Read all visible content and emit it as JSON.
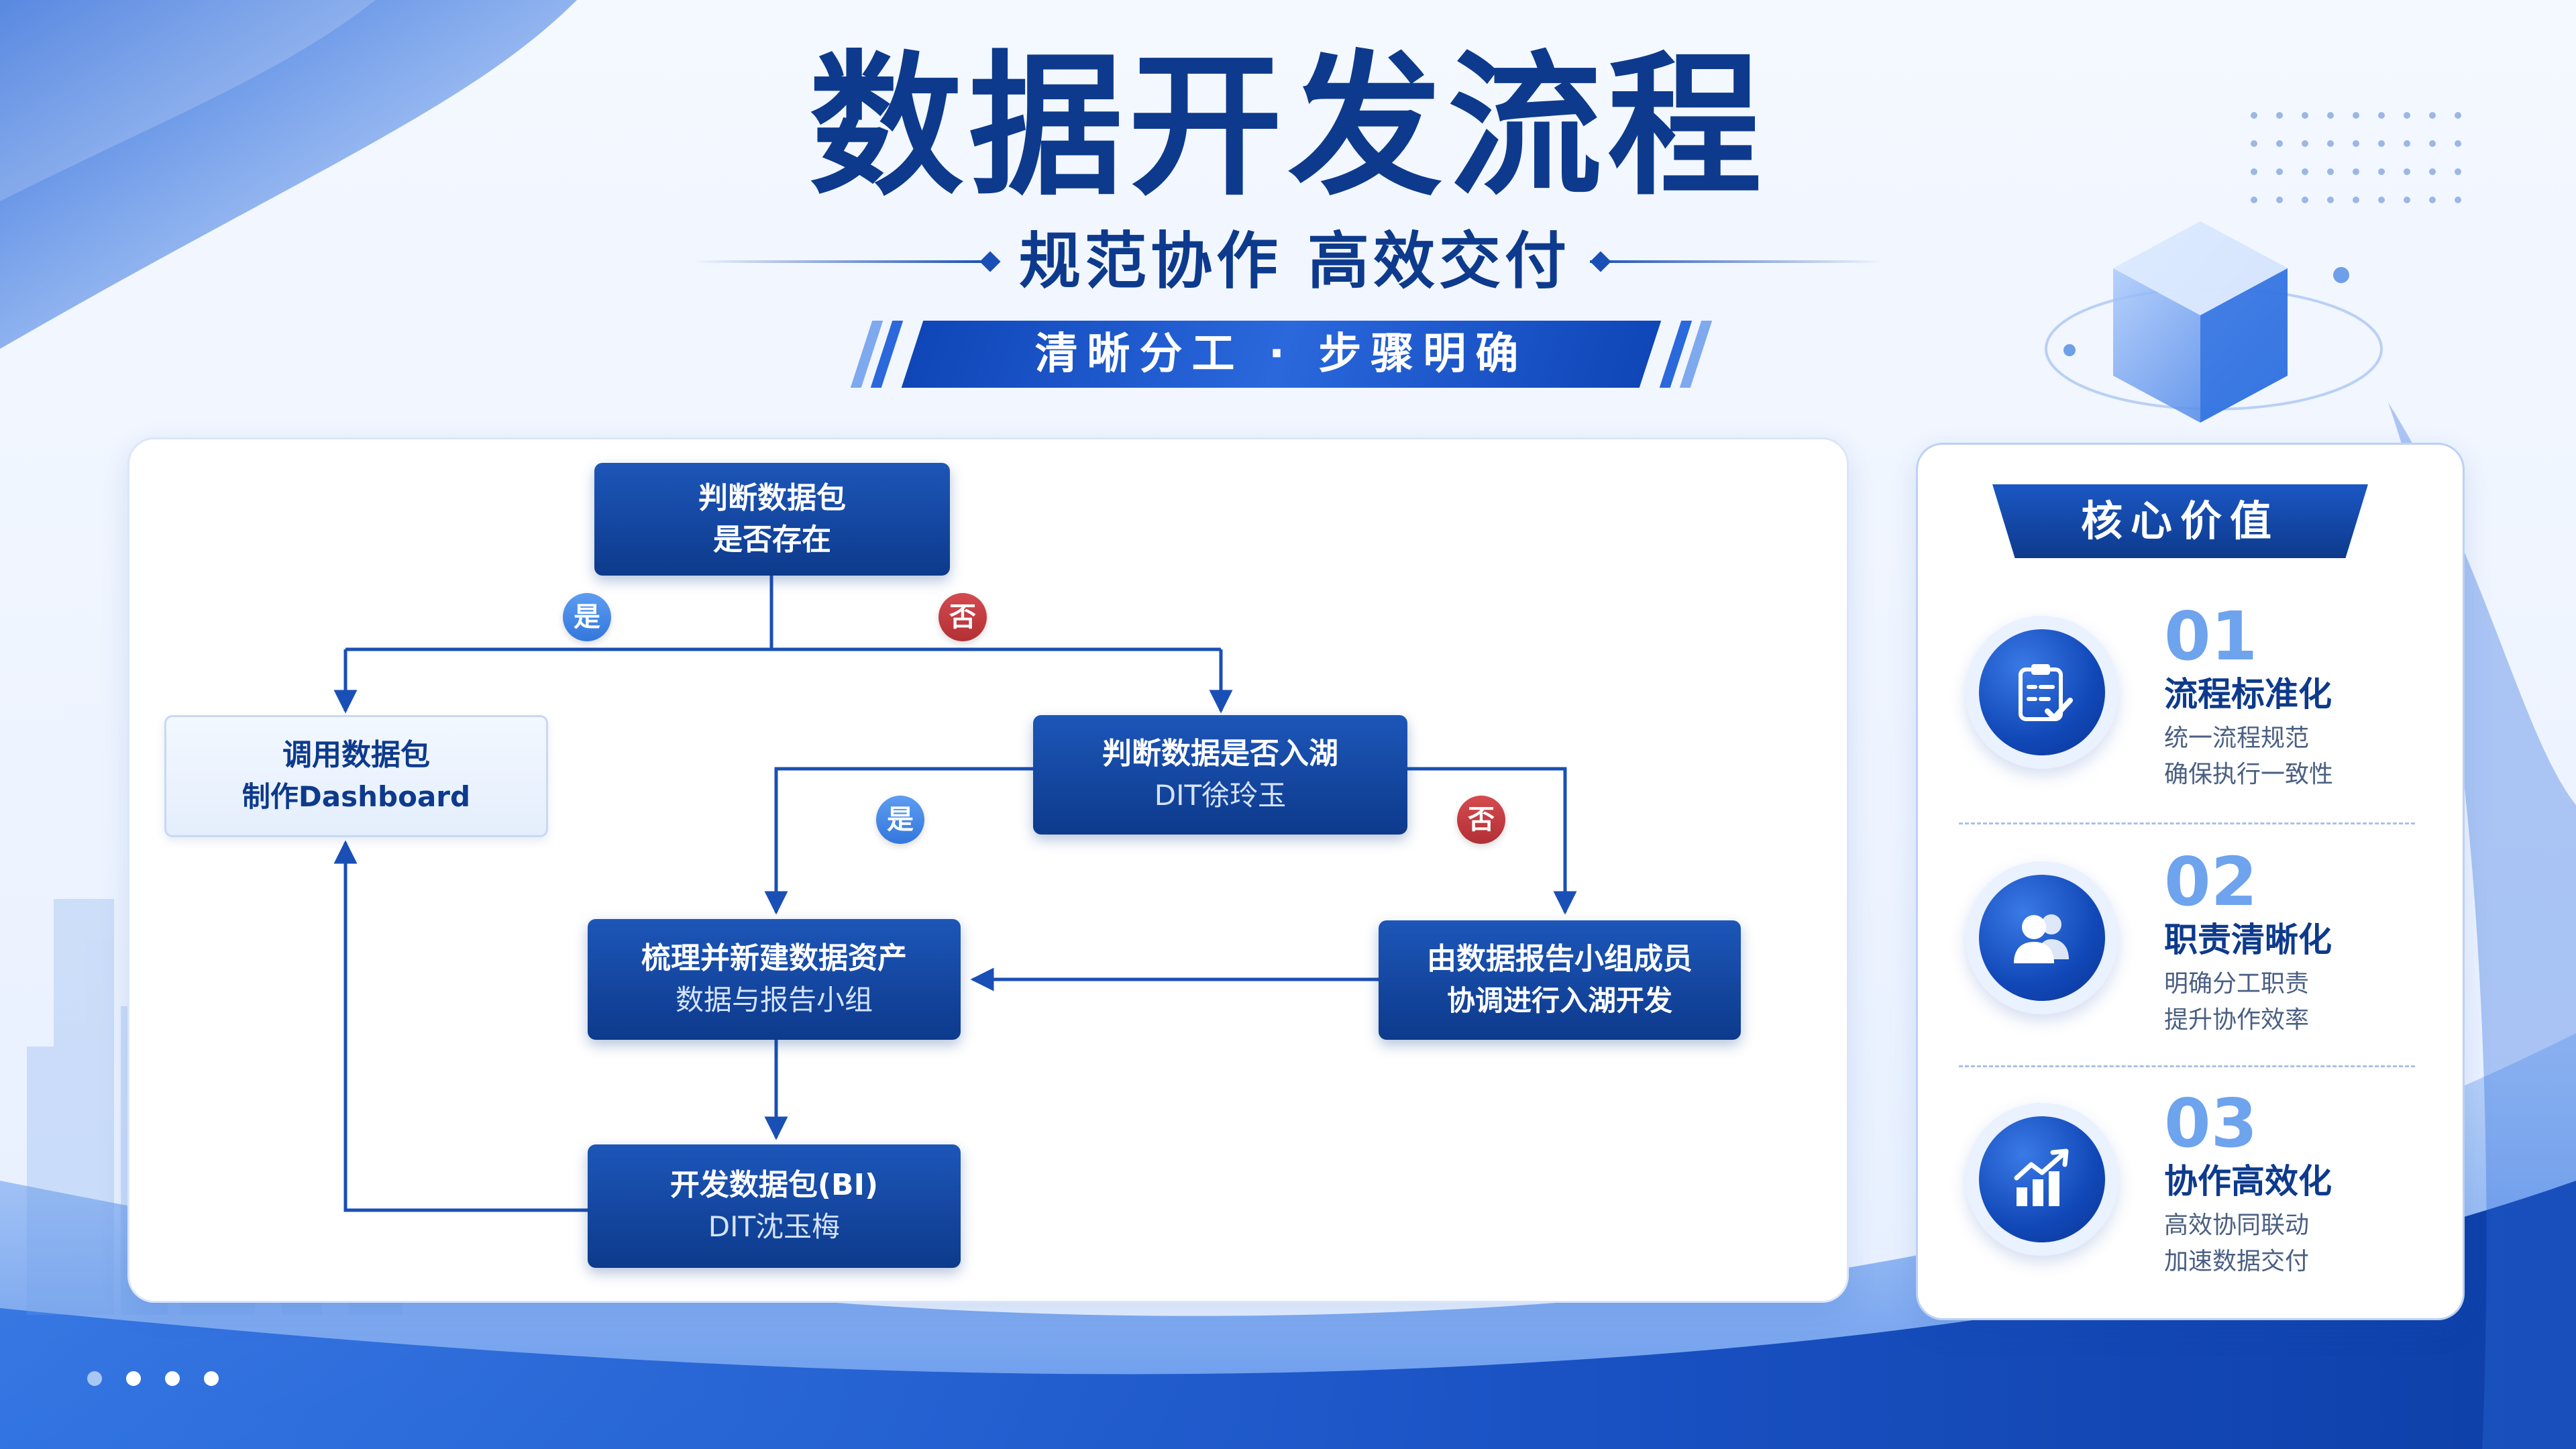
{
  "header": {
    "title": "数据开发流程",
    "subtitle": "规范协作  高效交付",
    "ribbon": "清晰分工 · 步骤明确"
  },
  "flow": {
    "nodes": {
      "check_package": {
        "line1": "判断数据包",
        "line2": "是否存在"
      },
      "use_package": {
        "line1": "调用数据包",
        "line2": "制作Dashboard"
      },
      "check_lake": {
        "line1": "判断数据是否入湖",
        "line2": "DIT徐玲玉"
      },
      "create_asset": {
        "line1": "梳理并新建数据资产",
        "line2": "数据与报告小组"
      },
      "lake_dev": {
        "line1": "由数据报告小组成员",
        "line2": "协调进行入湖开发"
      },
      "dev_package": {
        "line1": "开发数据包(BI)",
        "line2": "DIT沈玉梅"
      }
    },
    "badges": {
      "yes": "是",
      "no": "否"
    }
  },
  "core_values": {
    "header": "核心价值",
    "items": [
      {
        "num": "01",
        "title": "流程标准化",
        "desc1": "统一流程规范",
        "desc2": "确保执行一致性",
        "icon": "clipboard-check-icon"
      },
      {
        "num": "02",
        "title": "职责清晰化",
        "desc1": "明确分工职责",
        "desc2": "提升协作效率",
        "icon": "users-icon"
      },
      {
        "num": "03",
        "title": "协作高效化",
        "desc1": "高效协同联动",
        "desc2": "加速数据交付",
        "icon": "growth-chart-icon"
      }
    ]
  },
  "colors": {
    "primary": "#0d3a8c",
    "accent": "#1a4fb5",
    "yes_badge": "#3377dd",
    "no_badge": "#b23035"
  }
}
